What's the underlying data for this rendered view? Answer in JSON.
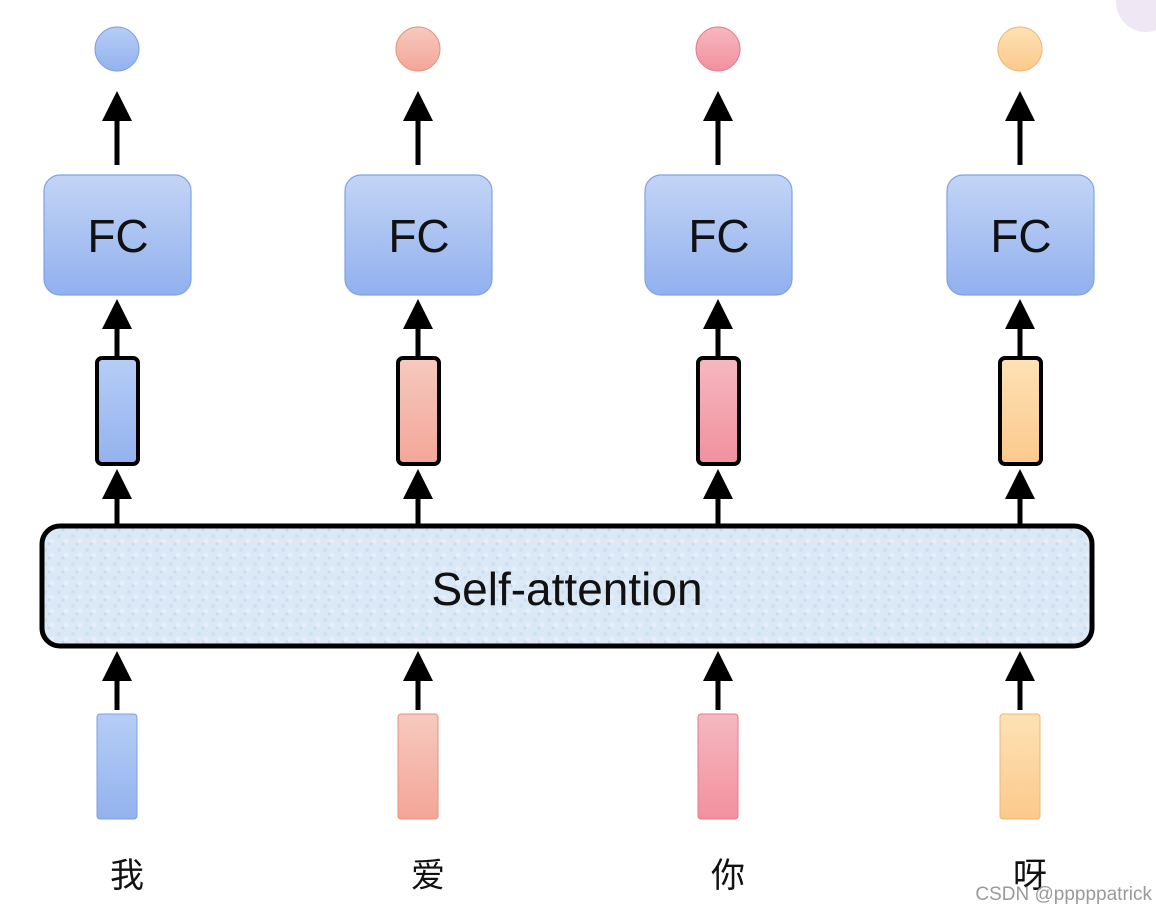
{
  "attention_label": "Self-attention",
  "fc_label": "FC",
  "columns": [
    {
      "word": "我",
      "color_top": "#b6cdf6",
      "color_bottom": "#93b2ee",
      "stroke": "#7d9fe3"
    },
    {
      "word": "爱",
      "color_top": "#f6c9bf",
      "color_bottom": "#f4a698",
      "stroke": "#ea8f80"
    },
    {
      "word": "你",
      "color_top": "#f6b8c0",
      "color_bottom": "#f2909e",
      "stroke": "#e77a8a"
    },
    {
      "word": "呀",
      "color_top": "#fde2b5",
      "color_bottom": "#fcc98c",
      "stroke": "#f0b670"
    }
  ],
  "fc_color_top": "#c3d5f6",
  "fc_color_bottom": "#91b0ee",
  "watermark": "CSDN @pppppatrick"
}
